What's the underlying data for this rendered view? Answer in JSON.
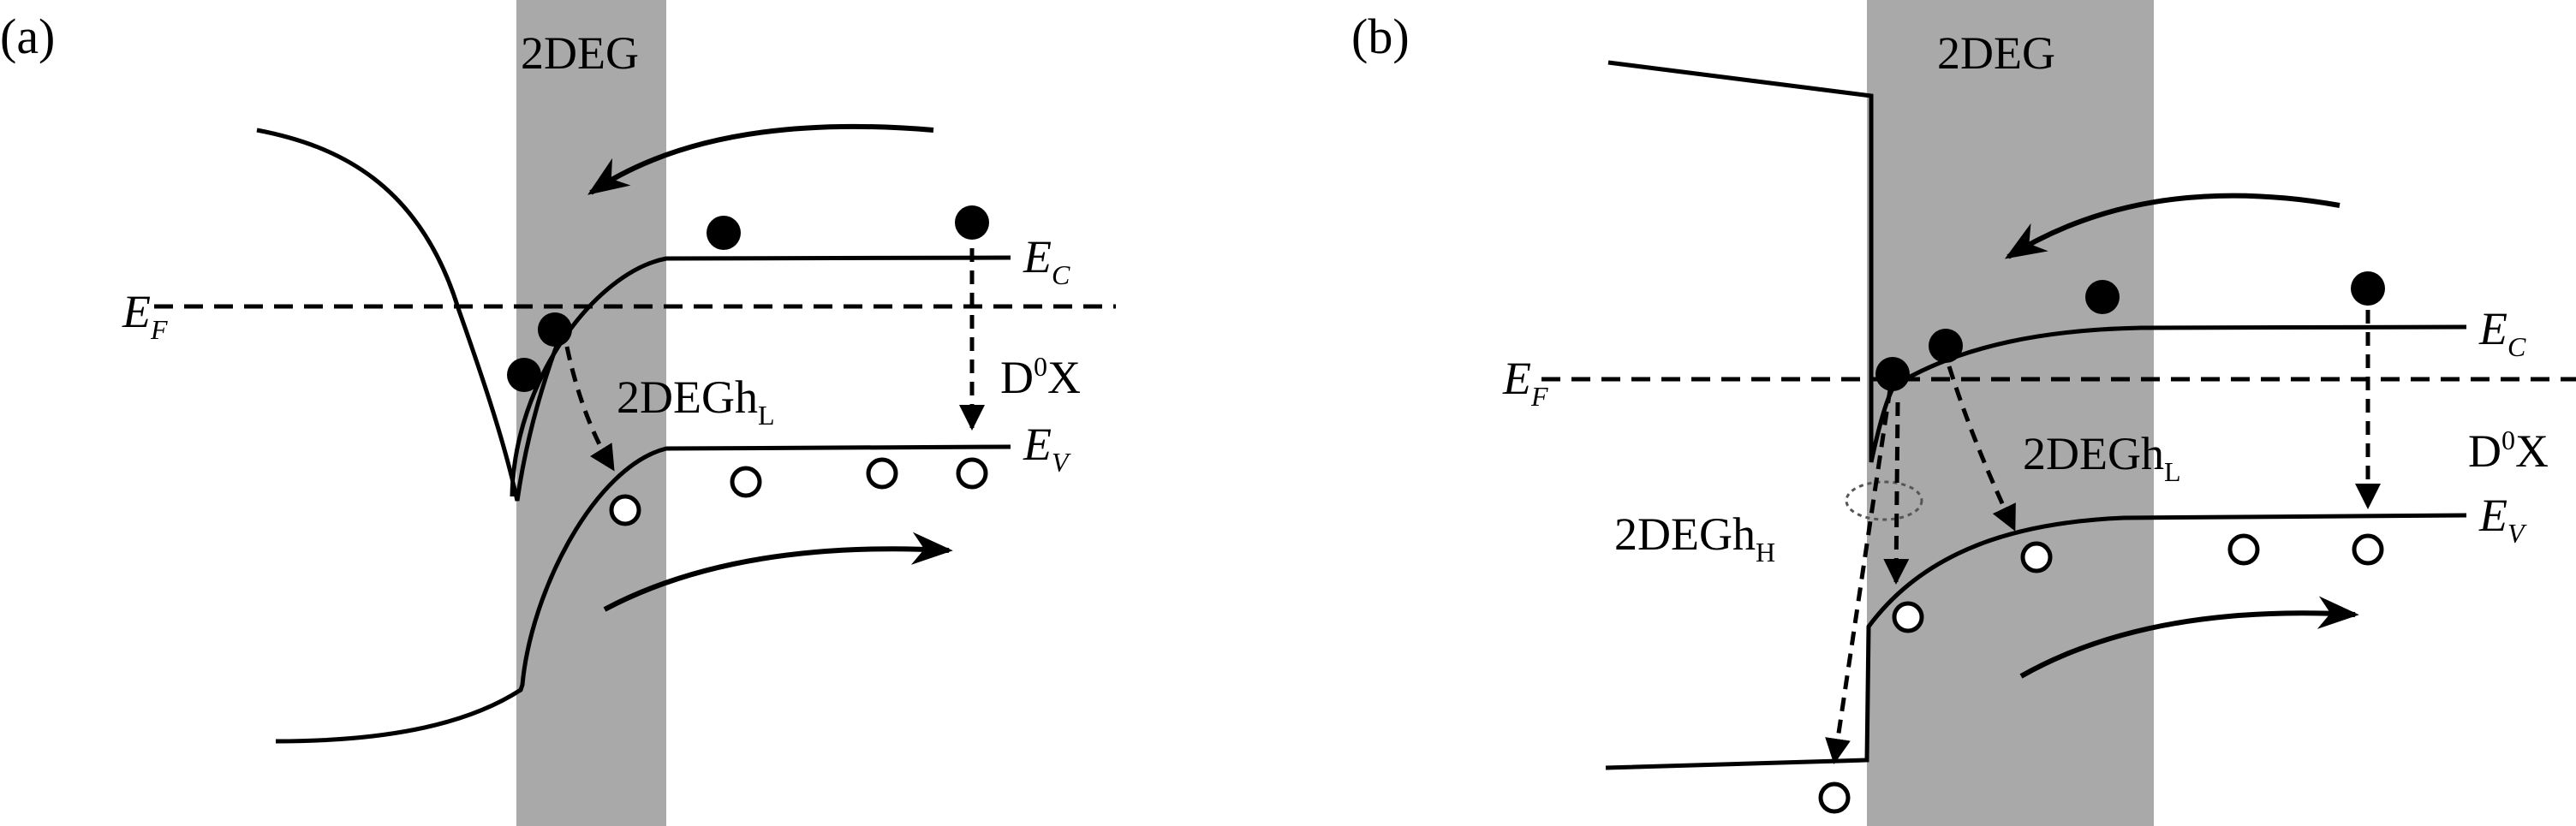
{
  "colors": {
    "region_fill": "#a9a9a9",
    "line": "#000000",
    "electron": "#000000",
    "hole_fill": "#ffffff"
  },
  "panel_a": {
    "label": "(a)",
    "region": "2DEG",
    "ef_main": "E",
    "ef_sub": "F",
    "ec_main": "E",
    "ec_sub": "C",
    "ev_main": "E",
    "ev_sub": "V",
    "donor_main": "D",
    "donor_sup": "0",
    "donor_tail": "X",
    "hl_main": "2DEGh",
    "hl_sub": "L"
  },
  "panel_b": {
    "label": "(b)",
    "region": "2DEG",
    "ef_main": "E",
    "ef_sub": "F",
    "ec_main": "E",
    "ec_sub": "C",
    "ev_main": "E",
    "ev_sub": "V",
    "donor_main": "D",
    "donor_sup": "0",
    "donor_tail": "X",
    "hl_main": "2DEGh",
    "hl_sub": "L",
    "hh_main": "2DEGh",
    "hh_sub": "H"
  }
}
